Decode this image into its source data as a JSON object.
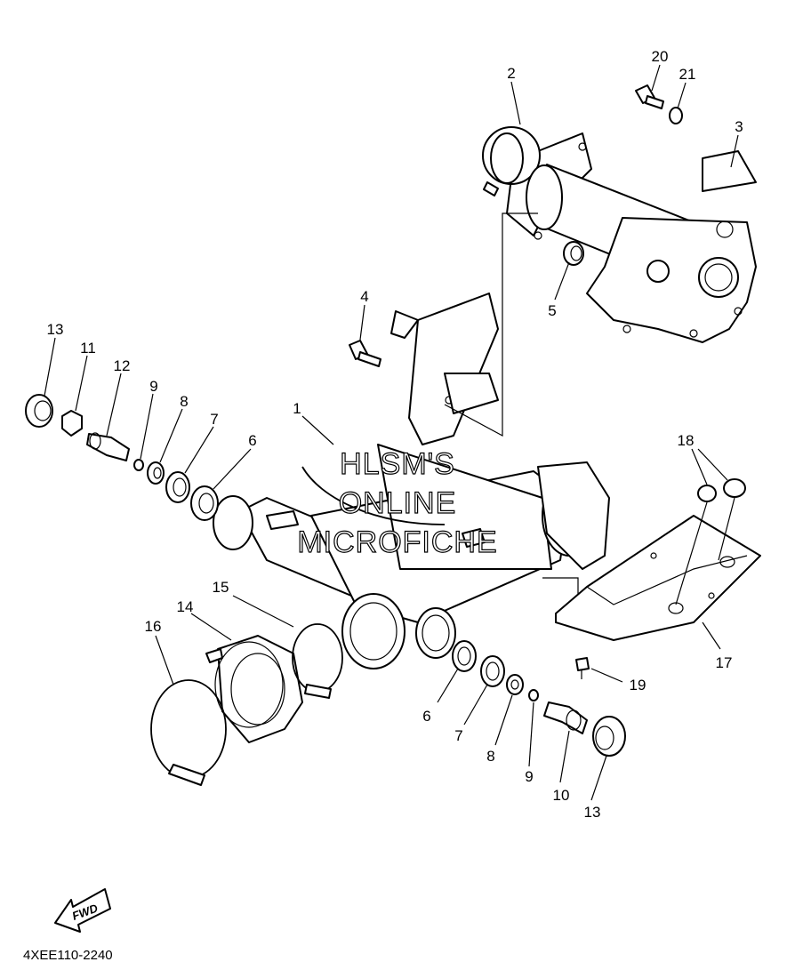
{
  "callouts": {
    "c1": "1",
    "c2": "2",
    "c3": "3",
    "c4": "4",
    "c5": "5",
    "c6a": "6",
    "c6b": "6",
    "c7a": "7",
    "c7b": "7",
    "c8a": "8",
    "c8b": "8",
    "c9a": "9",
    "c9b": "9",
    "c10": "10",
    "c11": "11",
    "c12": "12",
    "c13a": "13",
    "c13b": "13",
    "c14": "14",
    "c15": "15",
    "c16": "16",
    "c17": "17",
    "c18": "18",
    "c19": "19",
    "c20": "20",
    "c21": "21"
  },
  "watermark": {
    "line1": "HLSM'S",
    "line2": "ONLINE",
    "line3": "MICROFICHE"
  },
  "fwd_label": "FWD",
  "diagram_code": "4XEE110-2240"
}
